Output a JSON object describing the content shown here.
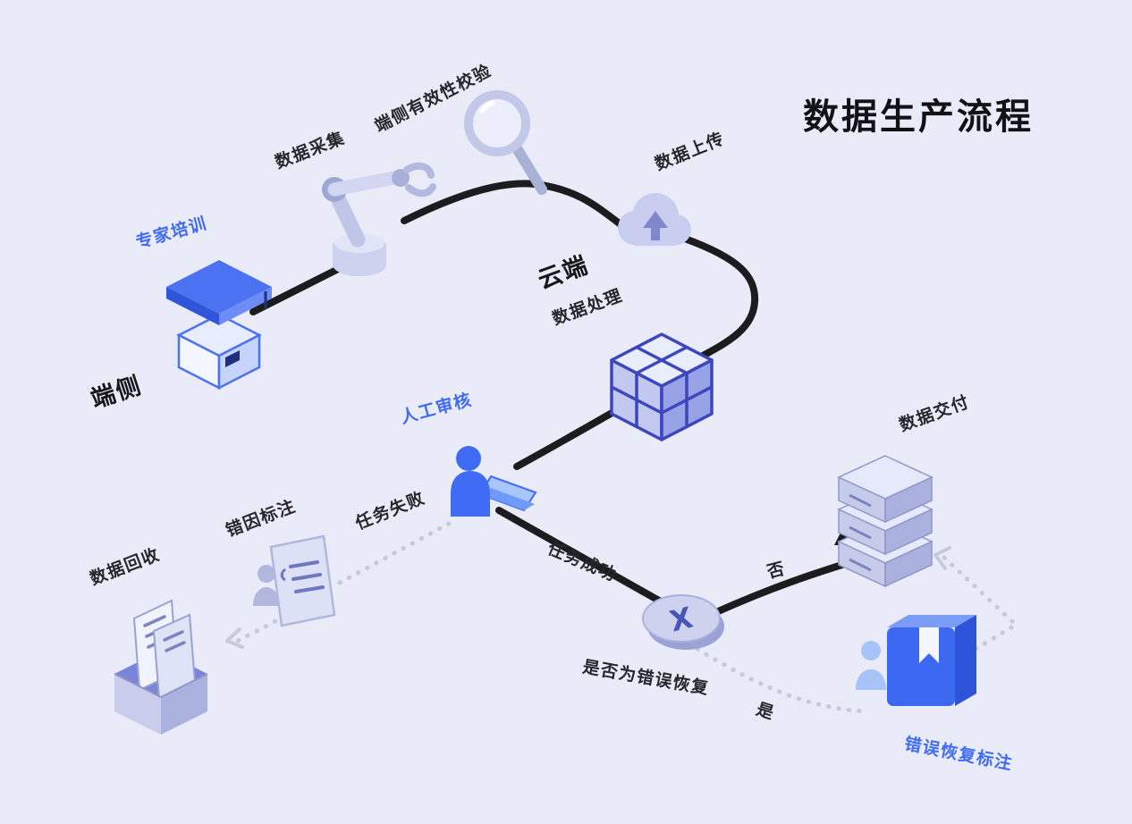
{
  "title": "数据生产流程",
  "zones": {
    "device": "端侧",
    "cloud": "云端"
  },
  "nodes": {
    "expert_training": {
      "label": "专家培训",
      "icon": "graduation-cap-podium-icon"
    },
    "data_collection": {
      "label": "数据采集",
      "icon": "robot-arm-icon"
    },
    "device_validation": {
      "label": "端侧有效性校验",
      "icon": "magnifier-icon"
    },
    "data_upload": {
      "label": "数据上传",
      "icon": "cloud-upload-icon"
    },
    "data_processing": {
      "label": "数据处理",
      "icon": "cube-icon"
    },
    "manual_review": {
      "label": "人工审核",
      "icon": "person-laptop-icon"
    },
    "error_cause_annotation": {
      "label": "错因标注",
      "icon": "document-person-icon"
    },
    "data_recycling": {
      "label": "数据回收",
      "icon": "recycle-box-icon"
    },
    "recovery_decision": {
      "label": "是否为错误恢复",
      "mark": "X",
      "icon": "decision-disc-icon"
    },
    "data_delivery": {
      "label": "数据交付",
      "icon": "server-stack-icon"
    },
    "error_recovery_annotation": {
      "label": "错误恢复标注",
      "icon": "book-person-icon"
    }
  },
  "edges": {
    "task_failed": "任务失败",
    "task_success": "任务成功",
    "decision_no": "否",
    "decision_yes": "是"
  },
  "colors": {
    "background": "#e9ebf8",
    "accent_blue": "#3f6bf5",
    "line_black": "#1c1c1e",
    "dotted_gray": "#c7cade",
    "lavender": "#c9cdeb",
    "cube_edge": "#3b47bb"
  }
}
